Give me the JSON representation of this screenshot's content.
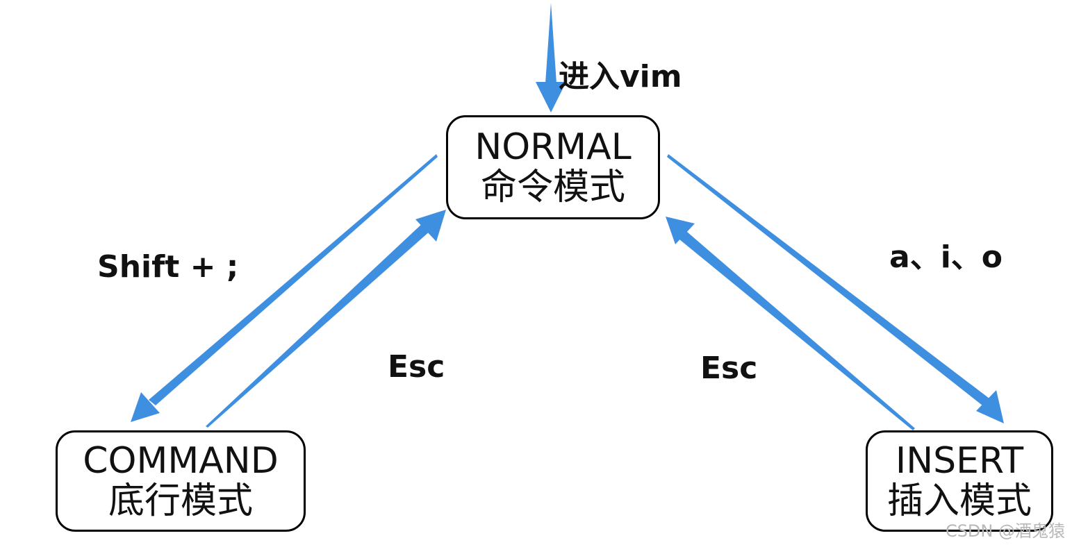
{
  "colors": {
    "arrow": "#3f8fe0",
    "border": "#000000",
    "text": "#111111",
    "watermark": "#b8b8b8"
  },
  "nodes": {
    "normal": {
      "en": "NORMAL",
      "zh": "命令模式"
    },
    "command": {
      "en": "COMMAND",
      "zh": "底行模式"
    },
    "insert": {
      "en": "INSERT",
      "zh": "插入模式"
    }
  },
  "edges": {
    "enter_vim": "进入vim",
    "to_command": "Shift + ;",
    "command_to_normal": "Esc",
    "insert_to_normal": "Esc",
    "to_insert": "a、i、o"
  },
  "watermark": "CSDN @酒鬼猿"
}
